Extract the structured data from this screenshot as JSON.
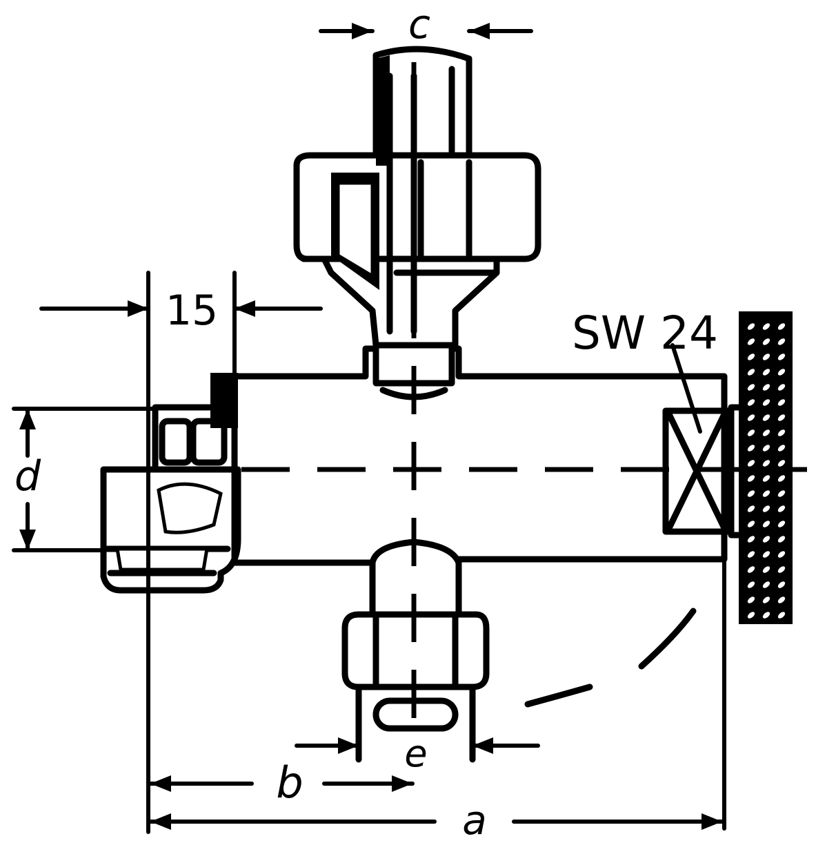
{
  "dimensions": {
    "c": "c",
    "fifteen": "15",
    "sw": "SW 24",
    "d": "d",
    "e": "e",
    "b": "b",
    "a": "a"
  },
  "colors": {
    "ink": "#000000",
    "paper": "#ffffff"
  }
}
